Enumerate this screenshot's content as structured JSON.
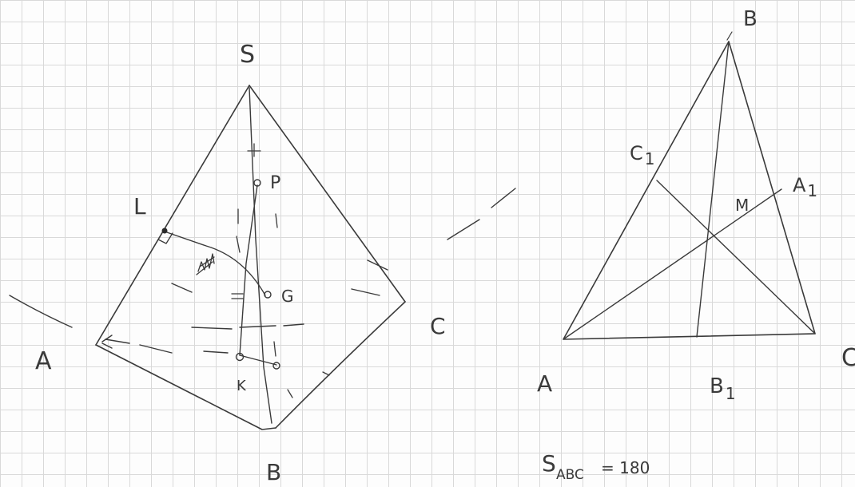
{
  "left_figure": {
    "vertices": {
      "S": "S",
      "A": "A",
      "B": "B",
      "C": "C"
    },
    "points": {
      "L": "L",
      "P": "P",
      "G": "G",
      "K": "K"
    }
  },
  "right_figure": {
    "vertices": {
      "A": "A",
      "B": "B",
      "C": "C"
    },
    "feet": {
      "A1": "A",
      "A1_sub": "1",
      "B1": "B",
      "B1_sub": "1",
      "C1": "C",
      "C1_sub": "1"
    },
    "centroid": "M"
  },
  "note": {
    "S": "S",
    "sub": "ABC",
    "equals": "= 180"
  }
}
